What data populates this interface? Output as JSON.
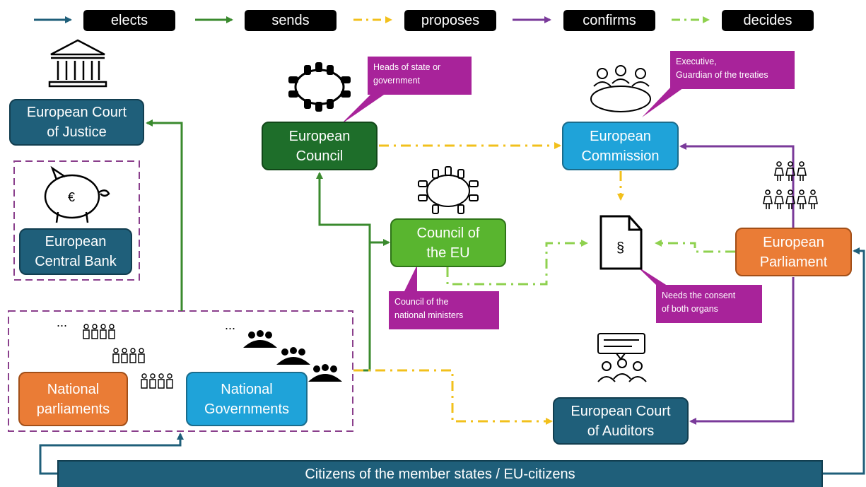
{
  "legend": {
    "elects": "elects",
    "sends": "sends",
    "proposes": "proposes",
    "confirms": "confirms",
    "decides": "decides"
  },
  "colors": {
    "elects": "#1f5f7a",
    "sends": "#3a8a2e",
    "proposes": "#f2c01c",
    "confirms": "#7a3a9a",
    "decides": "#8fd14f",
    "callout": "#a8239a",
    "dashed_group": "#8a3f8c"
  },
  "boxes": {
    "court_of_justice": "European Court\nof Justice",
    "central_bank": "European\nCentral Bank",
    "european_council": "European\nCouncil",
    "commission": "European\nCommission",
    "council_eu": "Council of\nthe EU",
    "parliament": "European\nParliament",
    "national_parliaments": "National\nparliaments",
    "national_governments": "National\nGovernments",
    "court_of_auditors": "European Court\nof Auditors",
    "citizens": "Citizens of the member states / EU-citizens"
  },
  "callouts": {
    "heads_of_state": "Heads of state or\ngovernment",
    "executive": "Executive,\nGuardian of the treaties",
    "council_ministers": "Council of the\nnational ministers",
    "consent": "Needs the consent\nof both organs"
  },
  "ellipsis": "...",
  "icons": [
    "courthouse-icon",
    "piggy-bank-icon",
    "meeting-table-icon",
    "group-icon",
    "document-paragraph-icon",
    "people-crowd-icon",
    "speech-bubble-group-icon"
  ]
}
